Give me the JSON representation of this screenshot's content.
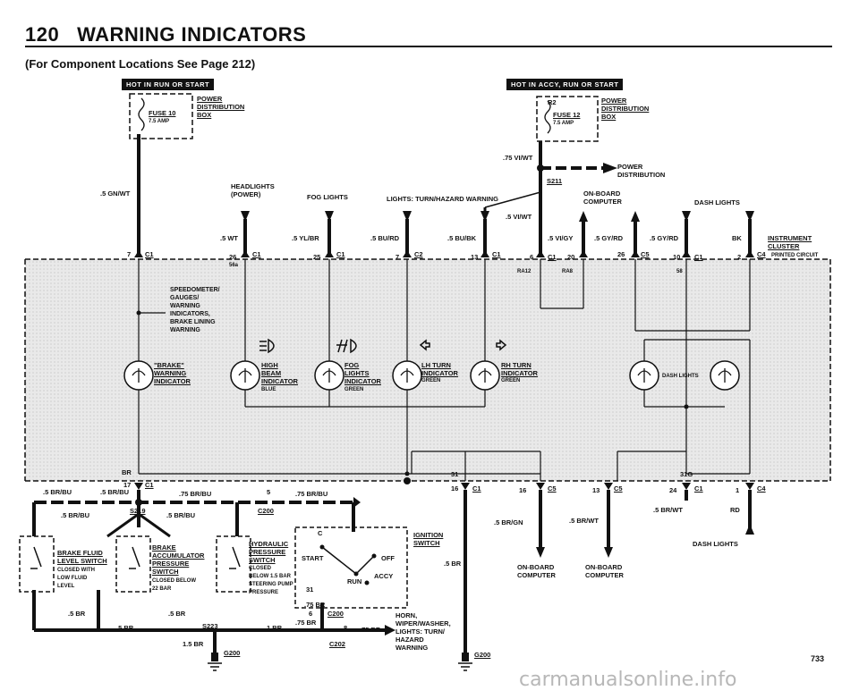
{
  "header": {
    "page_number": "120",
    "title": "WARNING INDICATORS",
    "subtitle": "(For Component Locations See Page 212)"
  },
  "banners": {
    "left": "HOT IN RUN OR START",
    "right": "HOT IN ACCY, RUN OR START"
  },
  "fuses": {
    "fuse10": "FUSE 10",
    "fuse10_amp": "7.5 AMP",
    "fuse12": "FUSE 12",
    "fuse12_amp": "7.5 AMP",
    "r2": "R2",
    "pdb1": "POWER\nDISTRIBUTION\nBOX",
    "pdb2": "POWER\nDISTRIBUTION\nBOX"
  },
  "top_labels": {
    "wire_gnwt": ".5 GN/WT",
    "headlights": "HEADLIGHTS\n(POWER)",
    "fog_lights": "FOG LIGHTS",
    "turn_hazard": "LIGHTS: TURN/HAZARD WARNING",
    "wire_viwt_top": ".75 VI/WT",
    "s211": "S211",
    "power_dist": "POWER\nDISTRIBUTION",
    "onboard_top": "ON-BOARD\nCOMPUTER",
    "dash_lights_top": "DASH LIGHTS",
    "wire_wt": ".5 WT",
    "wire_ylbr": ".5 YL/BR",
    "wire_burd": ".5 BU/RD",
    "wire_bubk": ".5 BU/BK",
    "wire_viwt": ".5 VI/WT",
    "wire_vigy": ".5 VI/GY",
    "wire_gyrd1": ".5 GY/RD",
    "wire_gyrd2": ".5 GY/RD",
    "wire_bk": "BK",
    "instrument_cluster": "INSTRUMENT\nCLUSTER",
    "printed_circuit": "PRINTED CIRCUIT"
  },
  "connectors_top": {
    "c1_7": "7",
    "c1_7l": "C1",
    "c1_26": "26",
    "c1_26l": "C1",
    "p56a": "56a",
    "c1_25": "25",
    "c1_25l": "C1",
    "c2_7": "7",
    "c2_7l": "C2",
    "c1_13": "13",
    "c1_13l": "C1",
    "c1_6": "6",
    "c1_6l": "C1",
    "ra12": "RA12",
    "n20": "20",
    "ra8": "RA8",
    "c5_26": "26",
    "c5_26l": "C5",
    "c1_10": "10",
    "c1_10l": "C1",
    "p58": "58",
    "c4_2": "2",
    "c4_2l": "C4"
  },
  "indicators": {
    "speedometer": "SPEEDOMETER/\nGAUGES/\nWARNING\nINDICATORS,\nBRAKE LINING\nWARNING",
    "brake": "\"BRAKE\"\nWARNING\nINDICATOR",
    "high_beam": "HIGH\nBEAM\nINDICATOR",
    "high_beam_color": "BLUE",
    "fog": "FOG\nLIGHTS\nINDICATOR",
    "fog_color": "GREEN",
    "lh_turn": "LH TURN\nINDICATOR",
    "lh_color": "GREEN",
    "rh_turn": "RH TURN\nINDICATOR",
    "rh_color": "GREEN",
    "dash_lights": "DASH LIGHTS"
  },
  "bottom_connectors": {
    "br": "BR",
    "c1_17": "17",
    "c1_17l": "C1",
    "p31": "31",
    "c1_16": "16",
    "c1_16l": "C1",
    "c5_16": "16",
    "c5_16l": "C5",
    "c5_13": "13",
    "c5_13l": "C5",
    "p31g": "31G",
    "c1_24": "24",
    "c1_24l": "C1",
    "c4_1": "1",
    "c4_1l": "C4"
  },
  "bottom_labels": {
    "w_brbu1": ".5 BR/BU",
    "w_brbu2": ".5 BR/BU",
    "w_brbu75a": ".75 BR/BU",
    "n5": "5",
    "w_brbu75b": ".75 BR/BU",
    "c200a": "C200",
    "s219": "S219",
    "w_brbu3": ".5 BR/BU",
    "w_brbu4": ".5 BR/BU",
    "brake_fluid": "BRAKE FLUID\nLEVEL SWITCH",
    "brake_fluid_note": "CLOSED WITH\nLOW FLUID\nLEVEL",
    "brake_accum": "BRAKE\nACCUMULATOR\nPRESSURE\nSWITCH",
    "brake_accum_note": "CLOSED BELOW\n22 BAR",
    "hydraulic": "HYDRAULIC\nPRESSURE\nSWITCH",
    "hydraulic_note": "CLOSED\nBELOW 1.5 BAR\nSTEERING PUMP\nPRESSURE",
    "w_br_a": ".5 BR",
    "w_br_b": ".5 BR",
    "w_br_c": ".5 BR",
    "w_br_d": "1 BR",
    "s223": "S223",
    "w_15br": "1.5 BR",
    "g200a": "G200",
    "ign_c": "C",
    "ign_start": "START",
    "ign_off": "OFF",
    "ign_accy": "ACCY",
    "ign_run": "RUN",
    "ign_31": "31",
    "ignition": "IGNITION\nSWITCH",
    "w75br_a": ".75 BR",
    "n6": "6",
    "c200b": "C200",
    "w75br_b": ".75 BR",
    "n8": "8",
    "w75br_c": ".75 BR",
    "c202": "C202",
    "horn": "HORN,\nWIPER/WASHER,\nLIGHTS: TURN/\nHAZARD\nWARNING",
    "w_br_e": ".5 BR",
    "g200b": "G200",
    "w_brgn": ".5 BR/GN",
    "w_brwt1": ".5 BR/WT",
    "onboard1": "ON-BOARD\nCOMPUTER",
    "onboard2": "ON-BOARD\nCOMPUTER",
    "w_brwt2": ".5 BR/WT",
    "rd": "RD",
    "dash_lights_bottom": "DASH LIGHTS"
  },
  "footer": {
    "page": "733",
    "watermark": "carmanualsonline.info"
  }
}
